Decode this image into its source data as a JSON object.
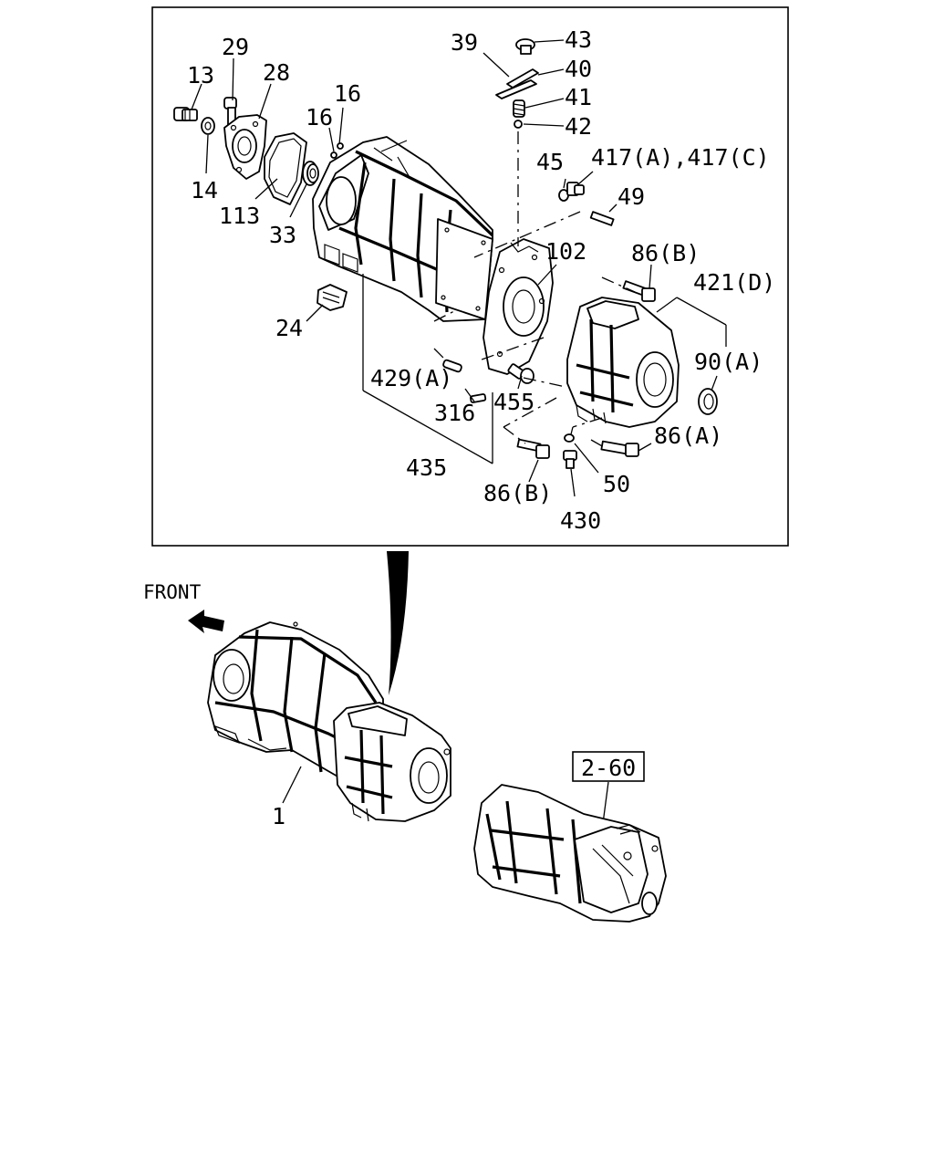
{
  "callouts": {
    "c13": "13",
    "c29": "29",
    "c28": "28",
    "c16a": "16",
    "c16b": "16",
    "c14": "14",
    "c113": "113",
    "c33": "33",
    "c24": "24",
    "c39": "39",
    "c43": "43",
    "c40": "40",
    "c41": "41",
    "c42": "42",
    "c45": "45",
    "c417": "417(A),417(C)",
    "c49": "49",
    "c102": "102",
    "c86b_top": "86(B)",
    "c421d": "421(D)",
    "c90a": "90(A)",
    "c429a": "429(A)",
    "c316": "316",
    "c455": "455",
    "c435": "435",
    "c86a": "86(A)",
    "c50": "50",
    "c86b_bottom": "86(B)",
    "c430": "430",
    "c1": "1"
  },
  "front_label": "FRONT",
  "reference_box": "2-60",
  "icons": {
    "front_arrow": "arrow-left-icon"
  },
  "colors": {
    "ink": "#000000",
    "paper": "#ffffff"
  }
}
